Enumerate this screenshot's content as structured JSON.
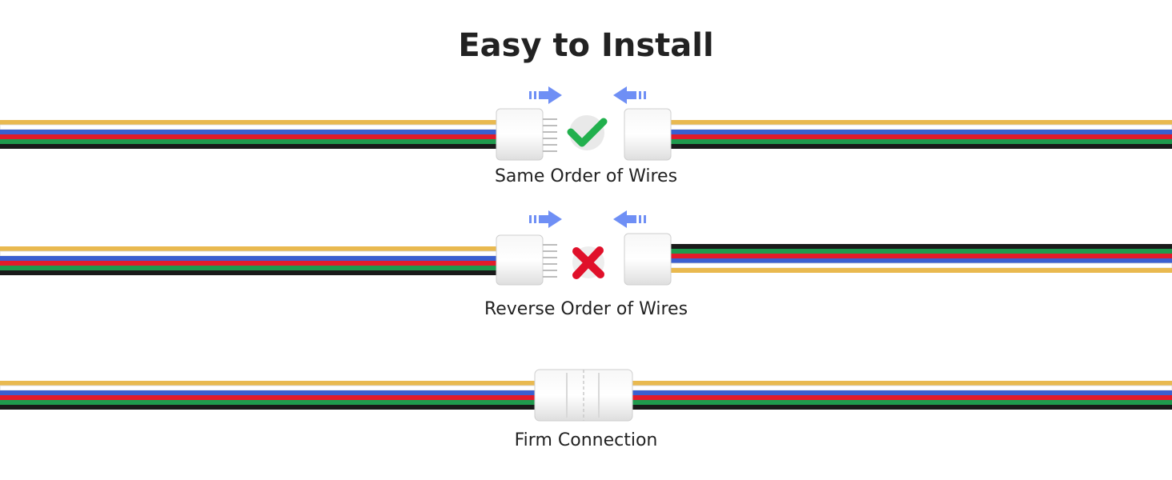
{
  "title": "Easy to Install",
  "rows": [
    {
      "caption": "Same Order of Wires",
      "status": "check-icon"
    },
    {
      "caption": "Reverse Order of Wires",
      "status": "cross-icon"
    },
    {
      "caption": "Firm Connection",
      "status": "joined"
    }
  ],
  "wire_colors": {
    "normal": [
      "#e9b94f",
      "#ffffff",
      "#3a5fd0",
      "#e21b2a",
      "#1f9a4d",
      "#1a1a1a"
    ],
    "reversed": [
      "#1a1a1a",
      "#1f9a4d",
      "#e21b2a",
      "#3a5fd0",
      "#ffffff",
      "#e9b94f"
    ]
  },
  "colors": {
    "arrow": "#6f8ff5",
    "check": "#21b04d",
    "cross": "#e0102a",
    "connector": "#eeeeee",
    "connector_edge": "#cfcfcf"
  }
}
